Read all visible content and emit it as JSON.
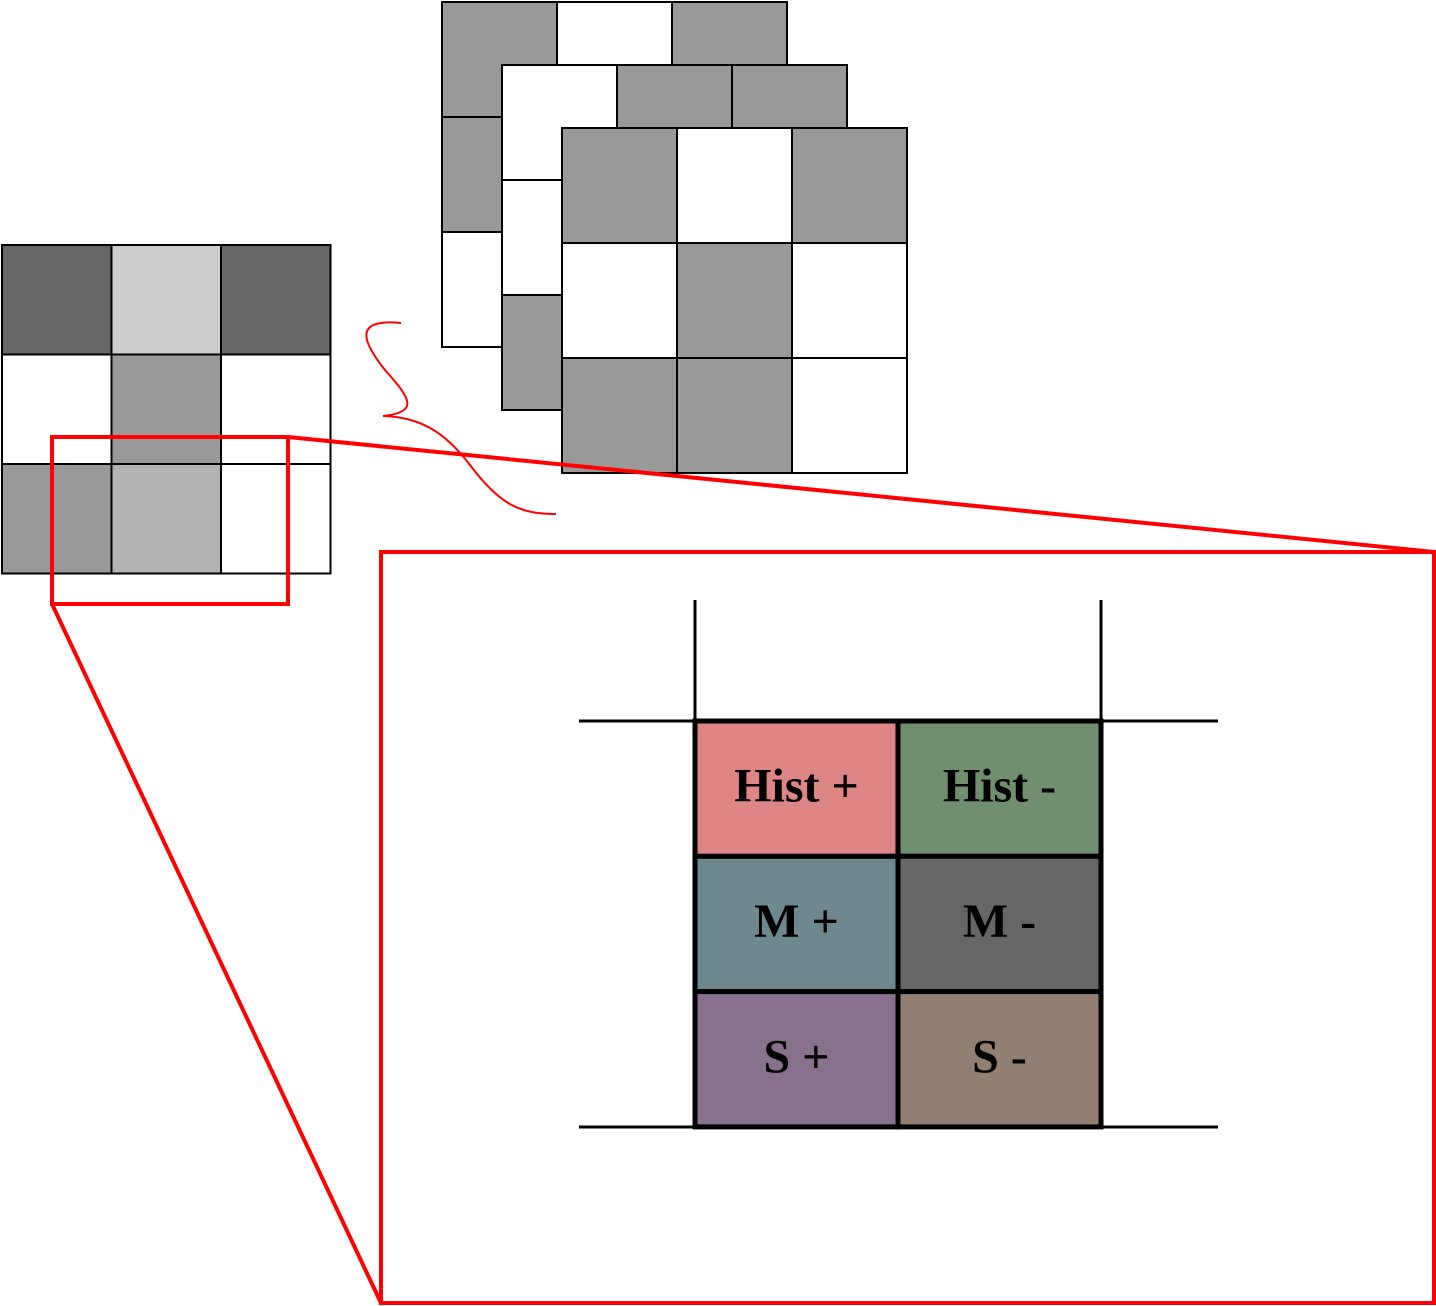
{
  "colors": {
    "grid_line": "#000000",
    "zoom_outline": "#ff0000",
    "brace": "#ff0000",
    "grid_dark": "#666666",
    "grid_mid": "#999999",
    "grid_light": "#b3b3b3",
    "grid_lighter": "#cccccc",
    "grid_white": "#ffffff"
  },
  "source_grid": {
    "rows": [
      [
        "#666666",
        "#cccccc",
        "#666666"
      ],
      [
        "#ffffff",
        "#999999",
        "#ffffff"
      ],
      [
        "#999999",
        "#b3b3b3",
        "#ffffff"
      ]
    ]
  },
  "feature_stack": [
    {
      "layer": "back",
      "rows": [
        [
          "#999999",
          "#ffffff",
          "#999999"
        ],
        [
          "#999999",
          "#999999",
          "#999999"
        ],
        [
          "#ffffff",
          "#999999",
          "#ffffff"
        ]
      ]
    },
    {
      "layer": "middle",
      "rows": [
        [
          "#ffffff",
          "#999999",
          "#999999"
        ],
        [
          "#ffffff",
          "#999999",
          "#999999"
        ],
        [
          "#999999",
          "#999999",
          "#999999"
        ]
      ]
    },
    {
      "layer": "front",
      "rows": [
        [
          "#999999",
          "#ffffff",
          "#999999"
        ],
        [
          "#ffffff",
          "#999999",
          "#ffffff"
        ],
        [
          "#999999",
          "#999999",
          "#ffffff"
        ]
      ]
    }
  ],
  "zoomed_cell": {
    "features": [
      [
        {
          "label": "Hist +",
          "color": "#de8585"
        },
        {
          "label": "Hist -",
          "color": "#6f8f6f"
        }
      ],
      [
        {
          "label": "M +",
          "color": "#6e8890"
        },
        {
          "label": "M -",
          "color": "#666666"
        }
      ],
      [
        {
          "label": "S +",
          "color": "#89708e"
        },
        {
          "label": "S -",
          "color": "#937f71"
        }
      ]
    ]
  }
}
